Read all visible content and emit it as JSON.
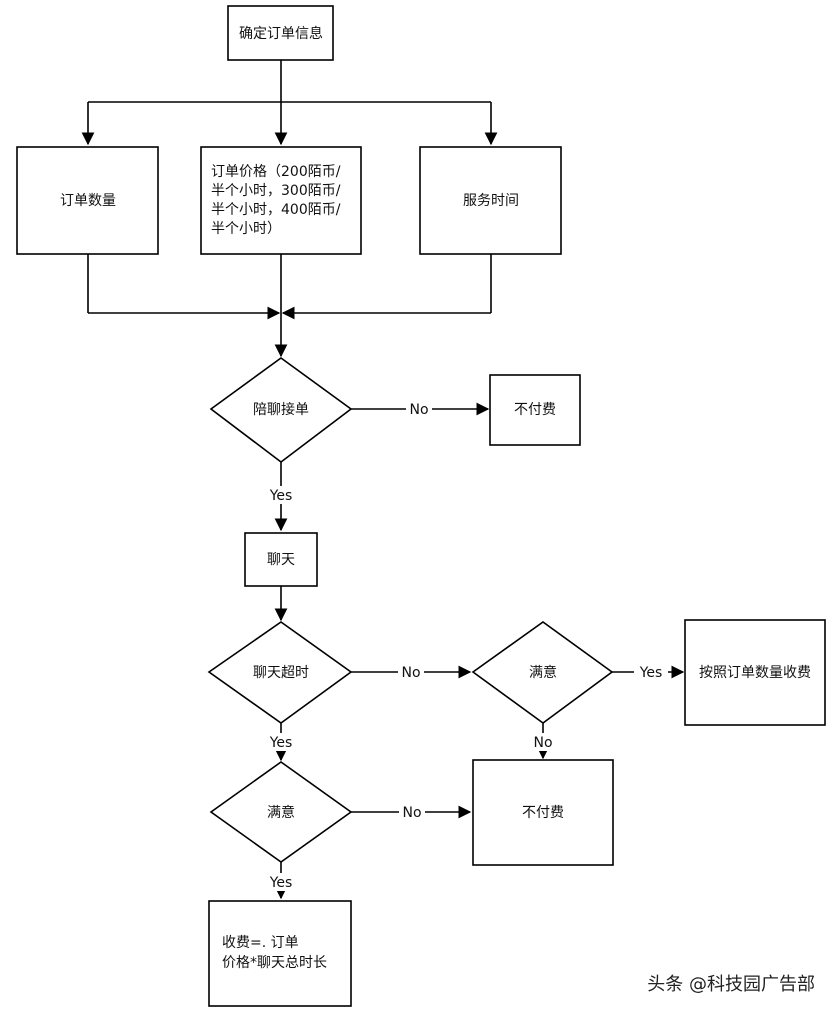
{
  "nodes": {
    "confirm_order": "确定订单信息",
    "order_quantity": "订单数量",
    "order_price": [
      "订单价格（200陌币/",
      "半个小时，300陌币/",
      "半个小时，400陌币/",
      "半个小时）"
    ],
    "service_time": "服务时间",
    "accept_order": "陪聊接单",
    "no_pay_1": "不付费",
    "chat": "聊天",
    "chat_timeout": "聊天超时",
    "satisfied_1": "满意",
    "charge_by_quantity": "按照订单数量收费",
    "satisfied_2": "满意",
    "no_pay_2": "不付费",
    "fee_formula": [
      "收费=.           订单",
      "价格*聊天总时长"
    ]
  },
  "edges": {
    "accept_no": "No",
    "accept_yes": "Yes",
    "timeout_no": "No",
    "satisfied1_yes": "Yes",
    "satisfied1_no": "No",
    "timeout_yes": "Yes",
    "satisfied2_no": "No",
    "satisfied2_yes": "Yes"
  },
  "watermark": "头条 @科技园广告部"
}
